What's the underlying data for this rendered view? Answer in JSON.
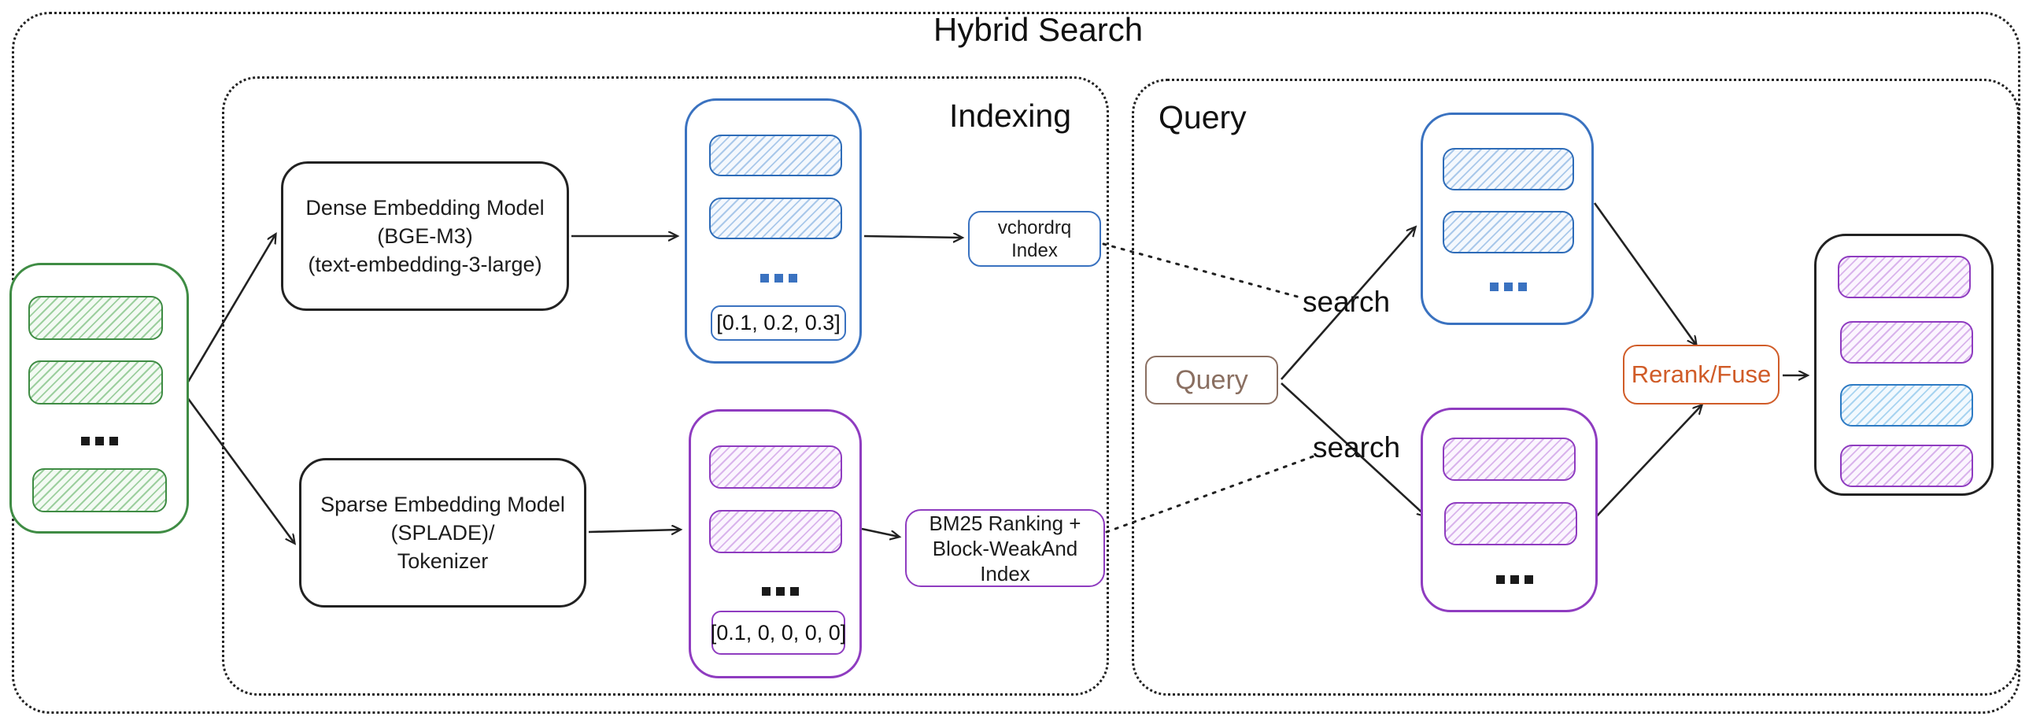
{
  "title": "Hybrid Search",
  "sections": {
    "indexing": {
      "label": "Indexing"
    },
    "query": {
      "label": "Query"
    }
  },
  "pipeline": {
    "dense_model": {
      "line1": "Dense Embedding Model",
      "line2": "(BGE-M3)",
      "line3": "(text-embedding-3-large)"
    },
    "sparse_model": {
      "line1": "Sparse Embedding Model",
      "line2": "(SPLADE)/",
      "line3": "Tokenizer"
    },
    "dense_vector_example": "[0.1, 0.2, 0.3]",
    "sparse_vector_example": "[0.1, 0, 0, 0, 0]",
    "dense_index": {
      "line1": "vchordrq",
      "line2": "Index"
    },
    "sparse_index": {
      "line1": "BM25 Ranking +",
      "line2": "Block-WeakAnd Index"
    },
    "query_node": {
      "label": "Query"
    },
    "search_dense_label": "search",
    "search_sparse_label": "search",
    "rerank_label": "Rerank/Fuse"
  },
  "colors": {
    "green": "#3f8c44",
    "blue": "#3a72c0",
    "purple": "#8f3cc0",
    "orange": "#d05c28",
    "brown": "#8a6f61",
    "ink": "#1a1a1a"
  }
}
